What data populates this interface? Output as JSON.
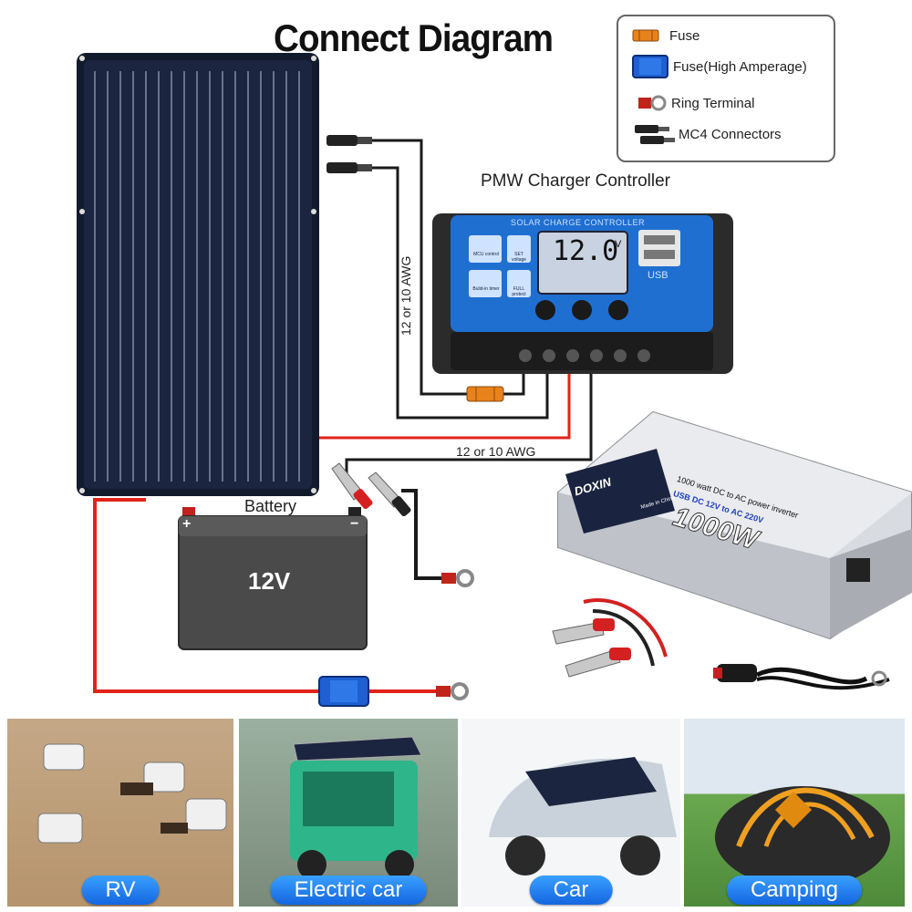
{
  "title": "Connect Diagram",
  "legend": {
    "fuse": "Fuse",
    "fuse_high": "Fuse(High Amperage)",
    "ring_terminal": "Ring Terminal",
    "mc4": "MC4 Connectors"
  },
  "controller": {
    "label": "PMW Charger Controller",
    "panel_text": "SOLAR CHARGE CONTROLLER",
    "display_voltage": "12.0",
    "display_unit": "V",
    "usb_label": "USB",
    "btn_mcu": "MCU control",
    "btn_set": "SET voltage",
    "btn_timer": "Bulid-in timer",
    "btn_protect": "FULL protect"
  },
  "battery": {
    "label": "Battery",
    "voltage": "12V",
    "plus": "+",
    "minus": "−"
  },
  "wire_gauge_1": "12 or 10 AWG",
  "wire_gauge_2": "12 or 10 AWG",
  "inverter": {
    "brand": "DOXIN",
    "line1": "1000 watt DC to AC power inverter",
    "line2": "USB DC 12V to AC 220V",
    "big": "1000W",
    "made": "Made in China"
  },
  "applications": [
    "RV",
    "Electric car",
    "Car",
    "Camping"
  ],
  "colors": {
    "wire_red": "#e2231a",
    "wire_black": "#1a1a1a",
    "controller_blue": "#1f6fd1",
    "pill_blue": "#1a73e8"
  }
}
